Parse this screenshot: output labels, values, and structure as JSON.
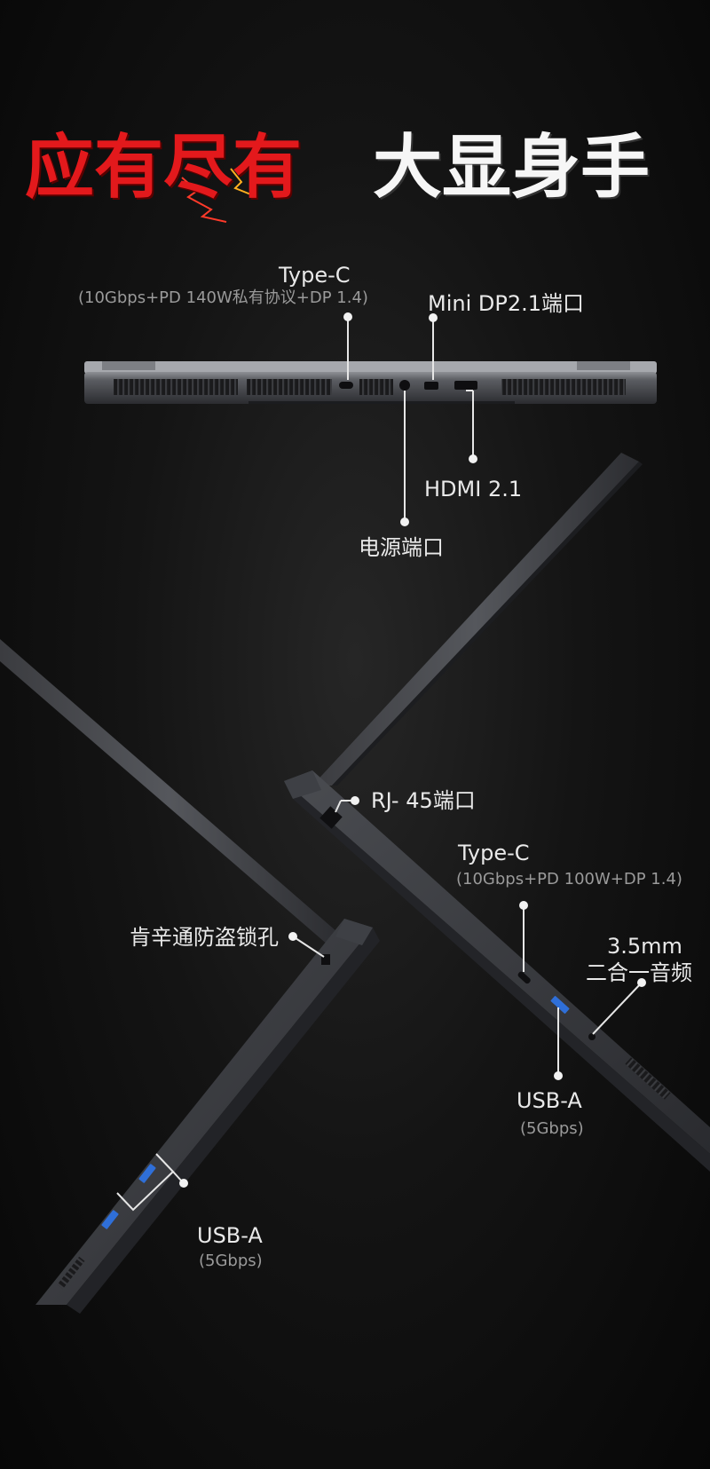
{
  "headline": {
    "left": "应有尽有",
    "right": "大显身手",
    "left_color": "#e3191c",
    "right_color": "#f6f6f6"
  },
  "rear_ports": {
    "type_c": {
      "name": "Type-C",
      "spec": "(10Gbps+PD 140W私有协议+DP 1.4)"
    },
    "mini_dp": "Mini DP2.1端口",
    "hdmi": "HDMI 2.1",
    "power": "电源端口"
  },
  "right_side_ports": {
    "rj45": "RJ- 45端口",
    "type_c": {
      "name": "Type-C",
      "spec": "(10Gbps+PD 100W+DP 1.4)"
    },
    "audio_line1": "3.5mm",
    "audio_line2": "二合一音频",
    "usb_a": {
      "name": "USB-A",
      "spec": "(5Gbps)"
    }
  },
  "left_side_ports": {
    "lock": "肯辛通防盗锁孔",
    "usb_a": {
      "name": "USB-A",
      "spec": "(5Gbps)"
    }
  },
  "colors": {
    "usb_port_blue": "#2f6fd8"
  }
}
